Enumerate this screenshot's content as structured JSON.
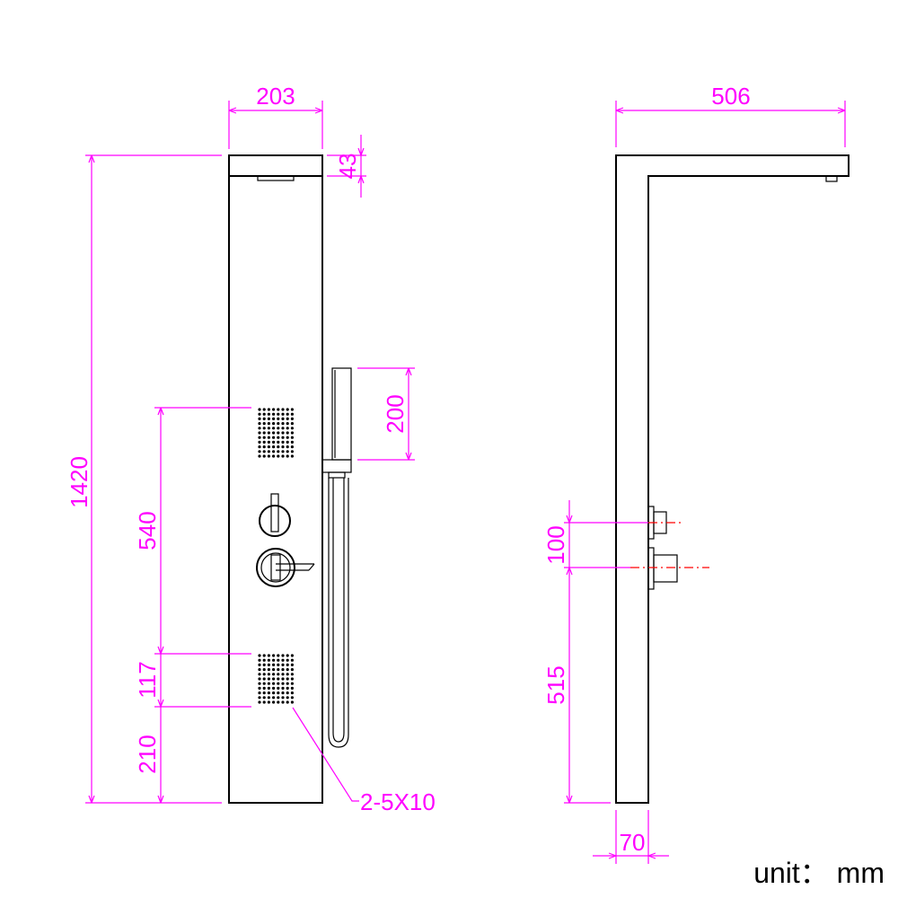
{
  "colors": {
    "outline": "#000000",
    "dimension": "#ff00ff",
    "centerline": "#ff0000",
    "background": "#ffffff"
  },
  "front_view": {
    "width_label": "203",
    "top_cap_label": "43",
    "total_height_label": "1420",
    "handshower_label": "200",
    "valve_spacing_label": "540",
    "jet_block_label": "117",
    "bottom_offset_label": "210",
    "jet_callout_label": "2-5X10"
  },
  "side_view": {
    "arm_reach_label": "506",
    "inlet_spacing_label": "100",
    "inlet_height_label": "515",
    "depth_label": "70"
  },
  "unit_label": "unit： mm"
}
